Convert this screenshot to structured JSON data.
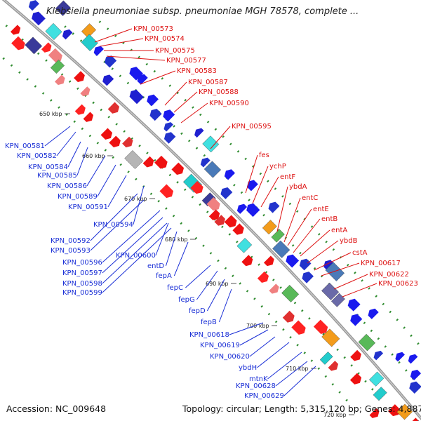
{
  "title": "Klebsiella pneumoniae subsp. pneumoniae MGH 78578, complete ...",
  "footer": {
    "accession": "Accession: NC_009648",
    "summary": "Topology: circular; Length: 5,315,120 bp; Genes: 4,887"
  },
  "colors": {
    "plus_strand_labels": "#dd1111",
    "minus_strand_labels": "#1a2fd6",
    "backbone": "#9a9a9a",
    "guide_dots": "#2e8b2e"
  },
  "ticks": [
    "650 kbp",
    "660 kbp",
    "670 kbp",
    "680 kbp",
    "690 kbp",
    "700 kbp",
    "710 kbp",
    "720 kbp"
  ],
  "red_labels": [
    "KPN_00573",
    "KPN_00574",
    "KPN_00575",
    "KPN_00577",
    "KPN_00583",
    "KPN_00587",
    "KPN_00588",
    "KPN_00590",
    "KPN_00595",
    "fes",
    "ychP",
    "entF",
    "ybdA",
    "entC",
    "entE",
    "entB",
    "entA",
    "ybdB",
    "cstA",
    "KPN_00617",
    "KPN_00622",
    "KPN_00623"
  ],
  "blue_labels": [
    "KPN_00581",
    "KPN_00582",
    "KPN_00584",
    "KPN_00585",
    "KPN_00586",
    "KPN_00589",
    "KPN_00591",
    "KPN_00594",
    "KPN_00592",
    "KPN_00593",
    "KPN_00600",
    "KPN_00596",
    "KPN_00597",
    "KPN_00598",
    "KPN_00599",
    "entD",
    "fepA",
    "fepC",
    "fepG",
    "fepD",
    "fepB",
    "KPN_00618",
    "KPN_00619",
    "KPN_00620",
    "ybdH",
    "mtnK",
    "KPN_00628",
    "KPN_00629"
  ]
}
